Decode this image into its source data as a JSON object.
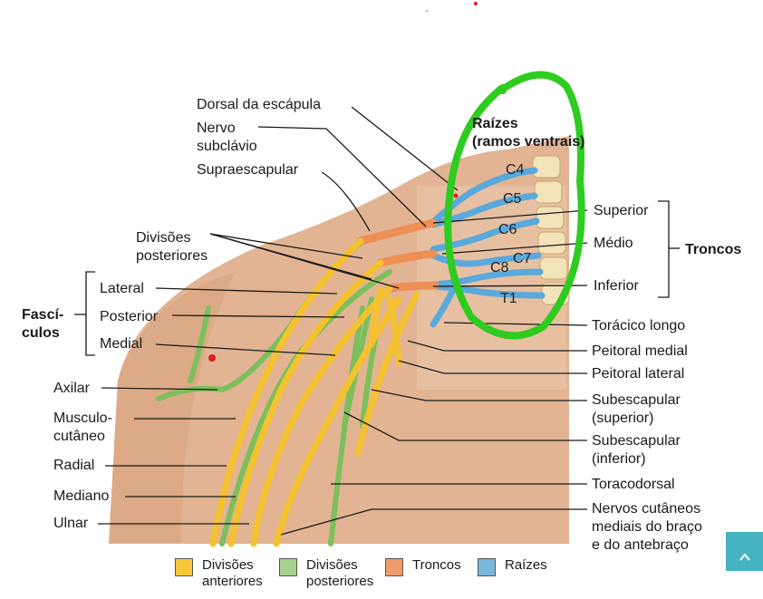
{
  "labels": {
    "dorsal_escapula": "Dorsal da escápula",
    "nervo_subclavio_1": "Nervo",
    "nervo_subclavio_2": "subclávio",
    "supraescapular": "Supraescapular",
    "raizes_1": "Raízes",
    "raizes_2": "(ramos ventrais)",
    "c4": "C4",
    "c5": "C5",
    "c6": "C6",
    "c7": "C7",
    "c8": "C8",
    "t1": "T1",
    "superior": "Superior",
    "medio": "Médio",
    "inferior": "Inferior",
    "troncos": "Troncos",
    "divisoes_post_1": "Divisões",
    "divisoes_post_2": "posteriores",
    "lateral": "Lateral",
    "posterior": "Posterior",
    "medial": "Medial",
    "fasciculos_1": "Fascí-",
    "fasciculos_2": "culos",
    "toracico_longo": "Torácico longo",
    "peitoral_medial": "Peitoral medial",
    "peitoral_lateral": "Peitoral lateral",
    "subesc_sup_1": "Subescapular",
    "subesc_sup_2": "(superior)",
    "subesc_inf_1": "Subescapular",
    "subesc_inf_2": "(inferior)",
    "toracodorsal": "Toracodorsal",
    "cutaneos_1": "Nervos cutâneos",
    "cutaneos_2": "mediais do braço",
    "cutaneos_3": "e do antebraço",
    "axilar": "Axilar",
    "musculo_1": "Musculo-",
    "musculo_2": "cutâneo",
    "radial": "Radial",
    "mediano": "Mediano",
    "ulnar": "Ulnar"
  },
  "legend": [
    {
      "line1": "Divisões",
      "line2": "anteriores",
      "color": "#f7c93a"
    },
    {
      "line1": "Divisões",
      "line2": "posteriores",
      "color": "#a6d18e"
    },
    {
      "line1": "Troncos",
      "line2": "",
      "color": "#ec9b6b"
    },
    {
      "line1": "Raízes",
      "line2": "",
      "color": "#7ab7d8"
    }
  ],
  "colors": {
    "anterior": "#f5c12e",
    "posterior": "#7cbf5c",
    "trunk": "#ee8f55",
    "root": "#59a9dc",
    "skin": "#e2b493",
    "highlight": "#2ecc1f",
    "scroll_button": "#46b3c3"
  },
  "scroll_icon": "chevron-up-icon"
}
